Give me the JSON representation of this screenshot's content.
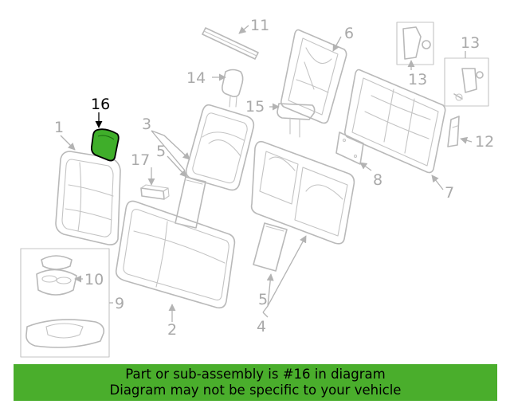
{
  "diagram": {
    "highlight_color": "#3fae2a",
    "highlighted_part": "16",
    "callouts": {
      "c1": "1",
      "c2": "2",
      "c3": "3",
      "c4": "4",
      "c5a": "5",
      "c5b": "5",
      "c6": "6",
      "c7": "7",
      "c8": "8",
      "c9": "9",
      "c10": "10",
      "c11": "11",
      "c12": "12",
      "c13a": "13",
      "c13b": "13",
      "c14": "14",
      "c15": "15",
      "c16": "16",
      "c17": "17"
    }
  },
  "banner": {
    "color": "#4aae2c",
    "line1": "Part or sub-assembly is #16 in diagram",
    "line2": "Diagram may not be specific to your vehicle"
  }
}
